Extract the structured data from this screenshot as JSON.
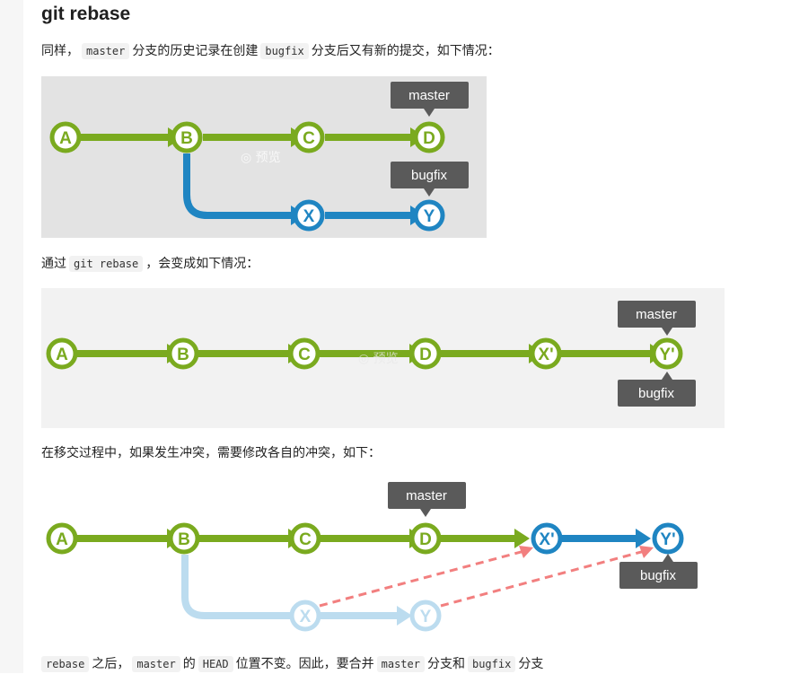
{
  "heading": "git rebase",
  "para1": {
    "a": "同样，",
    "code1": "master",
    "b": "分支的历史记录在创建",
    "code2": "bugfix",
    "c": "分支后又有新的提交，如下情况："
  },
  "para2": {
    "a": "通过",
    "code1": "git rebase",
    "b": "，会变成如下情况："
  },
  "para3": {
    "text": "在移交过程中，如果发生冲突，需要修改各自的冲突，如下："
  },
  "para4": {
    "code1": "rebase",
    "a": "之后，",
    "code2": "master",
    "b": "的",
    "code3": "HEAD",
    "c": "位置不变。因此，要合并",
    "code4": "master",
    "d": "分支和",
    "code5": "bugfix",
    "e": "分支"
  },
  "watermark": "◎ 预览",
  "colors": {
    "green": "#7aaa1f",
    "blue": "#1f85c2",
    "faded": "#bcdcef",
    "dashed": "#f27f7f",
    "tag": "#5a5a5a",
    "bg1": "#e3e3e3",
    "bg2": "#f2f2f2"
  },
  "diagram1": {
    "nodes": [
      "A",
      "B",
      "C",
      "D",
      "X",
      "Y"
    ],
    "tags": [
      "master",
      "bugfix"
    ]
  },
  "diagram2": {
    "nodes": [
      "A",
      "B",
      "C",
      "D",
      "X'",
      "Y'"
    ],
    "tags": [
      "master",
      "bugfix"
    ]
  },
  "diagram3": {
    "nodes": [
      "A",
      "B",
      "C",
      "D",
      "X'",
      "Y'",
      "X",
      "Y"
    ],
    "tags": [
      "master",
      "bugfix"
    ]
  }
}
